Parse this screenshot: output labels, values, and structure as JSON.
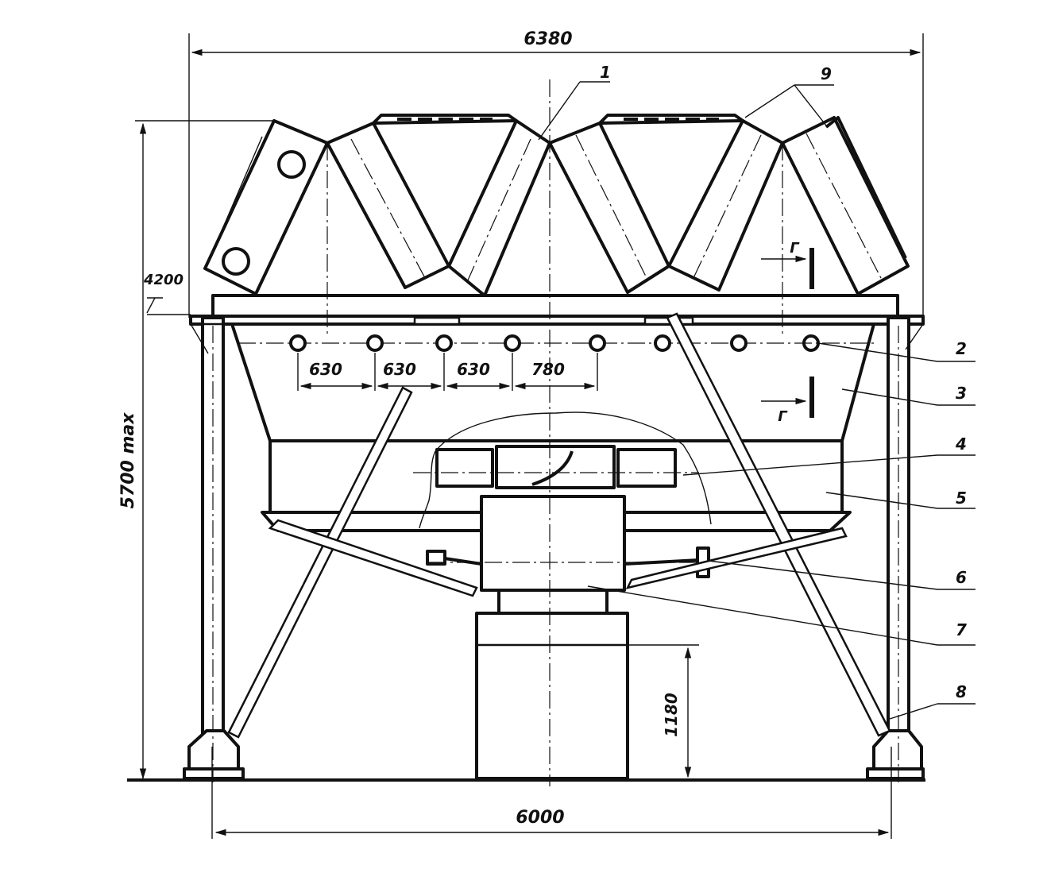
{
  "dimensions": {
    "overall_width": "6380",
    "base_width": "6000",
    "max_height": "5700 max",
    "platform_height": "4200",
    "pedestal_height": "1180",
    "nozzle_pitch": [
      "630",
      "630",
      "630",
      "780"
    ]
  },
  "section_marks": [
    "Г",
    "Г"
  ],
  "callouts": [
    "1",
    "2",
    "3",
    "4",
    "5",
    "6",
    "7",
    "8",
    "9"
  ]
}
